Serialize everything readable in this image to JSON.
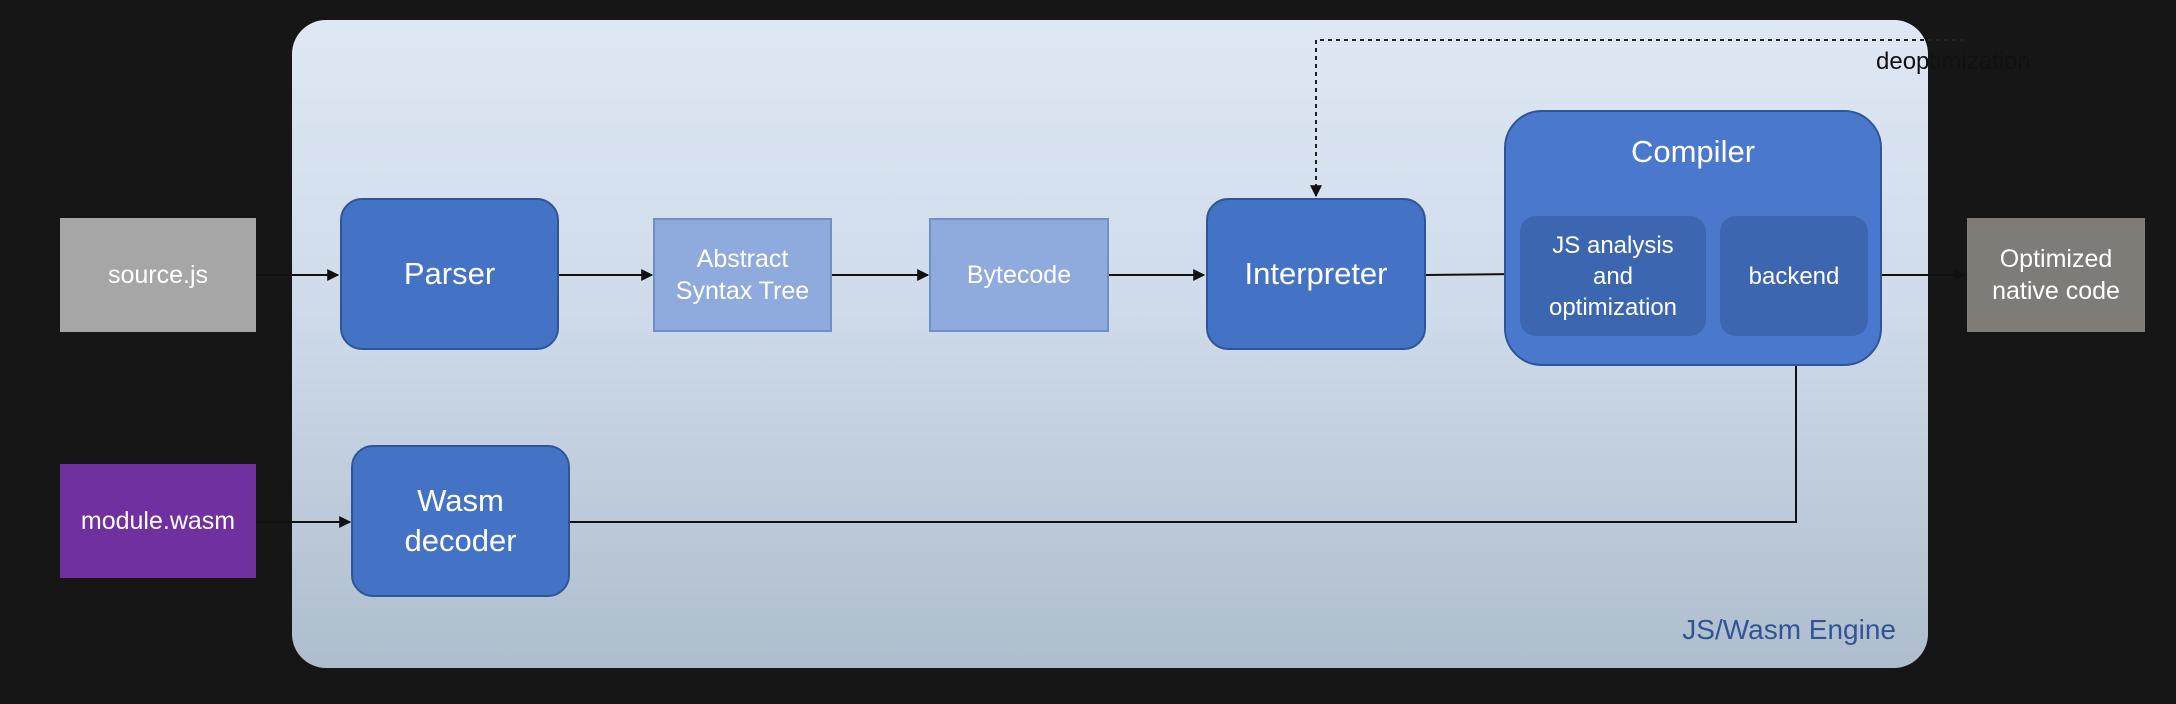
{
  "engine": {
    "label": "JS/Wasm Engine"
  },
  "inputs": {
    "source_js": "source.js",
    "module_wasm": "module.wasm"
  },
  "nodes": {
    "parser": "Parser",
    "ast": "Abstract\nSyntax Tree",
    "bytecode": "Bytecode",
    "interpreter": "Interpreter",
    "wasm_decoder": "Wasm\ndecoder"
  },
  "compiler": {
    "title": "Compiler",
    "js_analysis": "JS analysis\nand\noptimization",
    "backend": "backend"
  },
  "output": "Optimized\nnative code",
  "deoptimization_label": "deoptimization",
  "colors": {
    "background": "#161616",
    "engine_panel": "#dfe8f4",
    "node_blue": "#4472c4",
    "node_light_blue": "#8faadc",
    "compiler_sub": "#3d66b0",
    "source_gray": "#a6a6a6",
    "wasm_purple": "#7030a0",
    "output_gray": "#7f7c78",
    "label_blue": "#2f5597"
  }
}
